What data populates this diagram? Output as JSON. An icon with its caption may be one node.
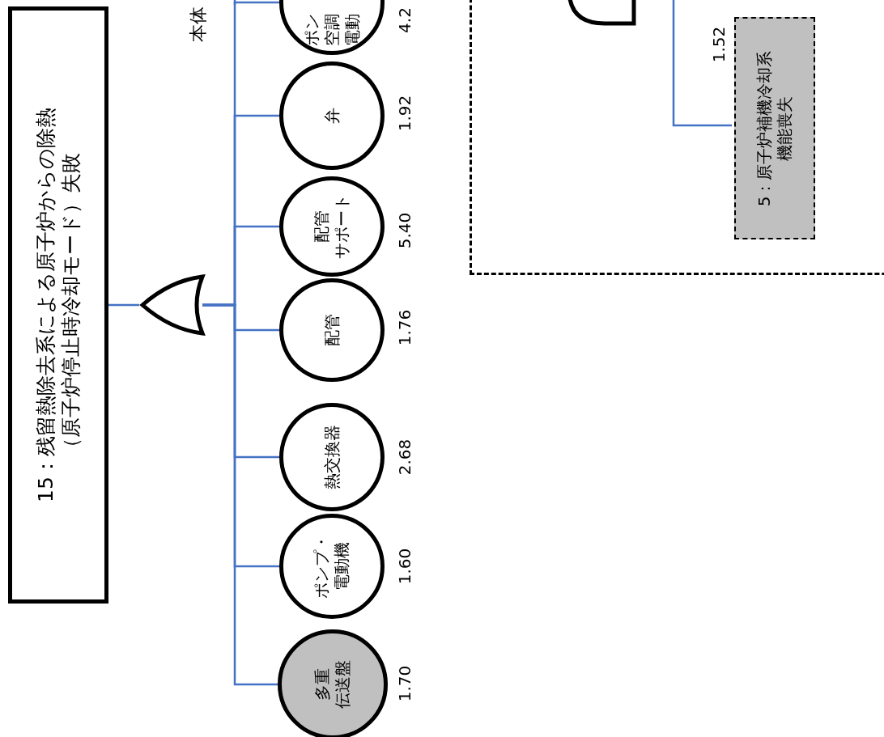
{
  "diagram": {
    "nodes": [
      {
        "text": [
          "15：残留熱除去系による原子炉からの除熱（原子炉停止時冷却モード）失敗"
        ]
      },
      {
        "text": [],
        "shape": "gate"
      },
      {
        "text": [
          "多重伝送盤"
        ],
        "beside": [
          "1.70"
        ]
      },
      {
        "text": [
          "ポンプ・電動機"
        ],
        "beside": [
          "1.60"
        ]
      },
      {
        "text": [
          "熱交換器"
        ],
        "beside": [
          "2.68"
        ]
      },
      {
        "text": [
          "配管"
        ],
        "beside": [
          "1.76"
        ]
      },
      {
        "text": [
          "配管サポート"
        ],
        "beside": [
          "5.40"
        ]
      },
      {
        "text": [
          "弁"
        ],
        "beside": [
          "1.92"
        ]
      },
      {
        "text": [
          "ポン空調電動"
        ],
        "beside": [
          "4.2"
        ]
      },
      {
        "text": [],
        "shape": "box"
      },
      {
        "text": [],
        "shape": "gate",
        "in": 9
      },
      {
        "text": [
          "5：原子炉補機冷却系機能喪失"
        ],
        "beside": [
          "1.52"
        ],
        "in": 9
      }
    ],
    "edges": [
      {
        "from": 0,
        "to": 1,
        "arrow": "none"
      },
      {
        "from": 1,
        "to": 2,
        "arrow": "none"
      },
      {
        "from": 1,
        "to": 3,
        "arrow": "none"
      },
      {
        "from": 1,
        "to": 4,
        "arrow": "none"
      },
      {
        "from": 1,
        "to": 5,
        "arrow": "none"
      },
      {
        "from": 1,
        "to": 6,
        "arrow": "none"
      },
      {
        "from": 1,
        "to": 7,
        "arrow": "none"
      },
      {
        "from": 1,
        "to": 8,
        "arrow": "none"
      },
      {
        "from": 10,
        "to": 11,
        "arrow": "none"
      }
    ],
    "labels": [
      "本体"
    ]
  }
}
